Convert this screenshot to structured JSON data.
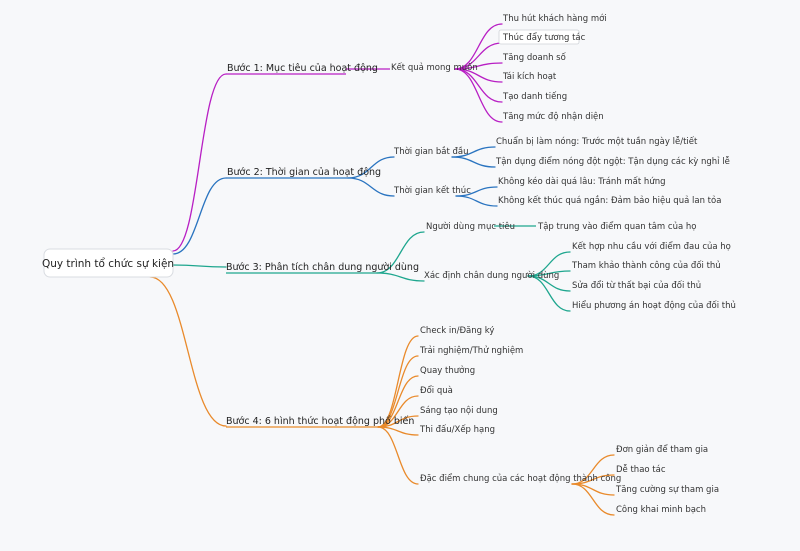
{
  "root": {
    "label": "Quy trình tổ chức sự kiện"
  },
  "colors": {
    "step1": "#b81fc4",
    "step2": "#2a74c0",
    "step3": "#1ea68e",
    "step4": "#e98a2b"
  },
  "steps": [
    {
      "label": "Bước 1: Mục tiêu của hoạt động",
      "groups": [
        {
          "label": "Kết quả mong muốn",
          "items": [
            "Thu hút khách hàng mới",
            "Thúc đẩy tương tác",
            "Tăng doanh số",
            "Tái kích hoạt",
            "Tạo danh tiếng",
            "Tăng mức độ nhận diện"
          ]
        }
      ]
    },
    {
      "label": "Bước 2: Thời gian của hoạt động",
      "groups": [
        {
          "label": "Thời gian bắt đầu",
          "items": [
            "Chuẩn bị làm nóng: Trước một tuần ngày lễ/tiết",
            "Tận dụng điểm nóng đột ngột: Tận dụng các kỳ nghỉ lễ"
          ]
        },
        {
          "label": "Thời gian kết thúc",
          "items": [
            "Không kéo dài quá lâu: Tránh mất hứng",
            "Không kết thúc quá ngắn: Đảm bảo hiệu quả lan tỏa"
          ]
        }
      ]
    },
    {
      "label": "Bước 3: Phân tích chân dung người dùng",
      "groups": [
        {
          "label": "Người dùng mục tiêu",
          "items": [
            "Tập trung vào điểm quan tâm của họ"
          ]
        },
        {
          "label": "Xác định chân dung người dùng",
          "items": [
            "Kết hợp nhu cầu với điểm đau của họ",
            "Tham khảo thành công của đối thủ",
            "Sửa đổi từ thất bại của đối thủ",
            "Hiểu phương án hoạt động của đối thủ"
          ]
        }
      ]
    },
    {
      "label": "Bước 4: 6 hình thức hoạt động phổ biến",
      "groups": [
        {
          "label": "Check in/Đăng ký",
          "items": []
        },
        {
          "label": "Trải nghiệm/Thử nghiệm",
          "items": []
        },
        {
          "label": "Quay thưởng",
          "items": []
        },
        {
          "label": "Đổi quà",
          "items": []
        },
        {
          "label": "Sáng tạo nội dung",
          "items": []
        },
        {
          "label": "Thi đấu/Xếp hạng",
          "items": []
        },
        {
          "label": "Đặc điểm chung của các hoạt động thành công",
          "items": [
            "Đơn giản để tham gia",
            "Dễ thao tác",
            "Tăng cường sự tham gia",
            "Công khai minh bạch"
          ]
        }
      ]
    }
  ]
}
